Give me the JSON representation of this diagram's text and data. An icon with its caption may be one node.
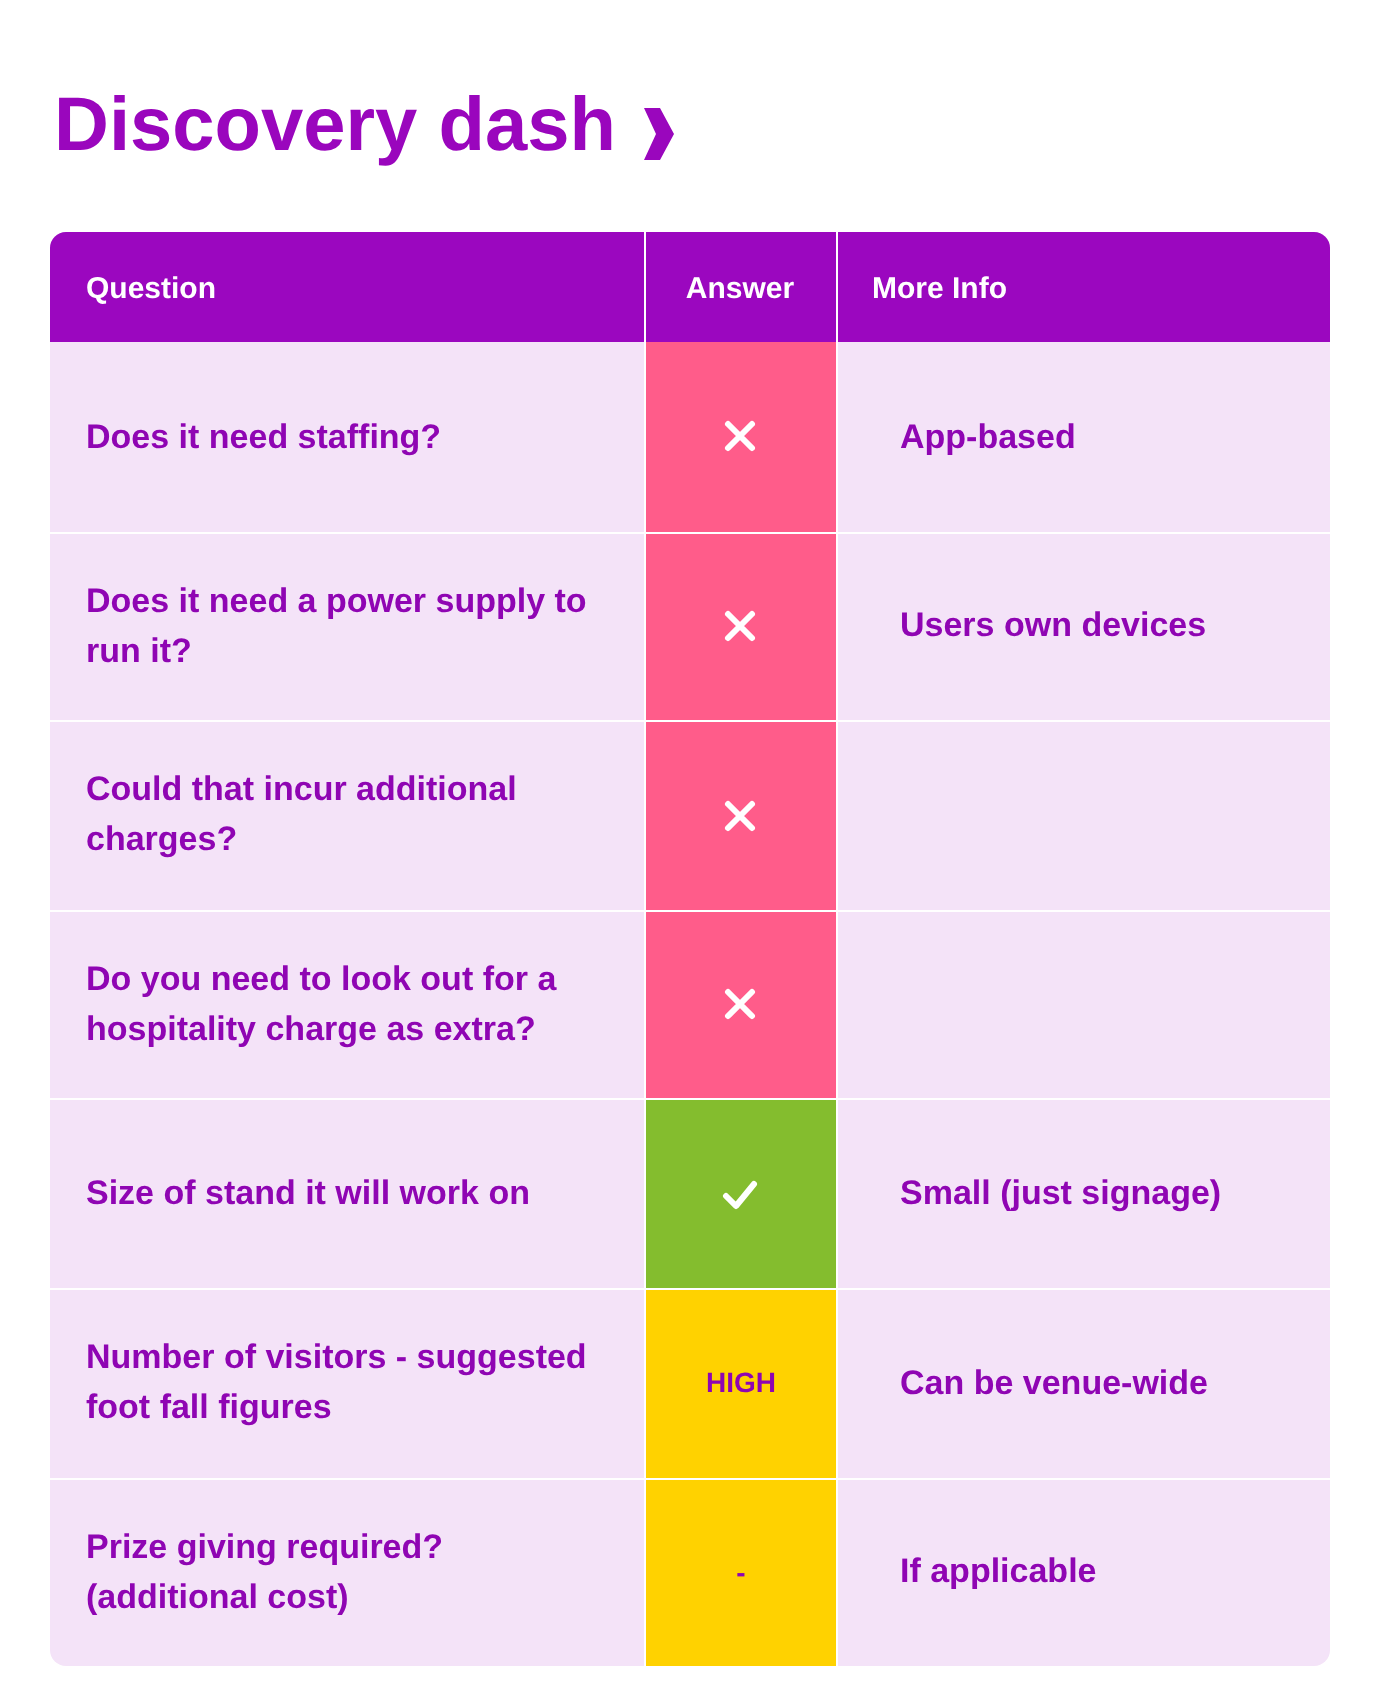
{
  "diagram": {
    "title": "Discovery dash",
    "labels": [
      "Question",
      "Answer",
      "More Info",
      "Does it need staffing?",
      "App-based",
      "Does it need a power supply to run it?",
      "Users own devices",
      "Could that incur additional charges?",
      "Do you need to look out for a hospitality charge as extra?",
      "Size of stand it will work on",
      "Small (just signage)",
      "Number of visitors - suggested foot fall figures",
      "HIGH",
      "Can be venue-wide",
      "Prize giving required? (additional cost)",
      "-",
      "If applicable"
    ]
  }
}
